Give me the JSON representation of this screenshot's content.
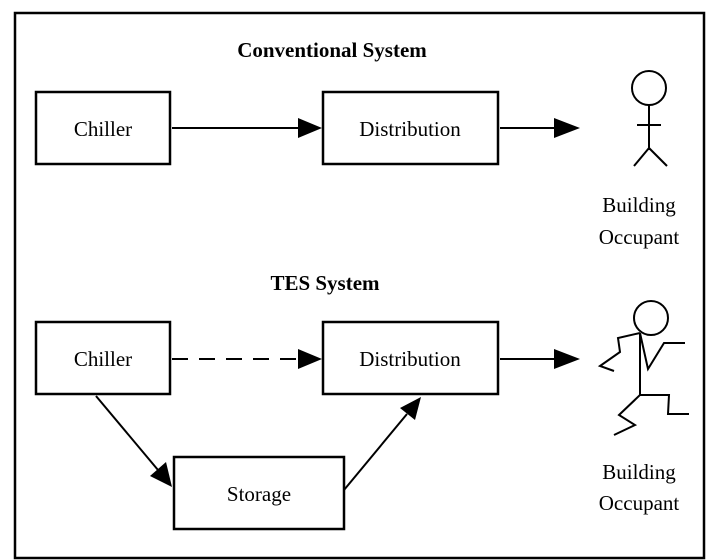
{
  "conventional": {
    "title": "Conventional System",
    "chiller_label": "Chiller",
    "distribution_label": "Distribution",
    "occupant_label_line1": "Building",
    "occupant_label_line2": "Occupant"
  },
  "tes": {
    "title": "TES System",
    "chiller_label": "Chiller",
    "distribution_label": "Distribution",
    "storage_label": "Storage",
    "occupant_label_line1": "Building",
    "occupant_label_line2": "Occupant"
  }
}
